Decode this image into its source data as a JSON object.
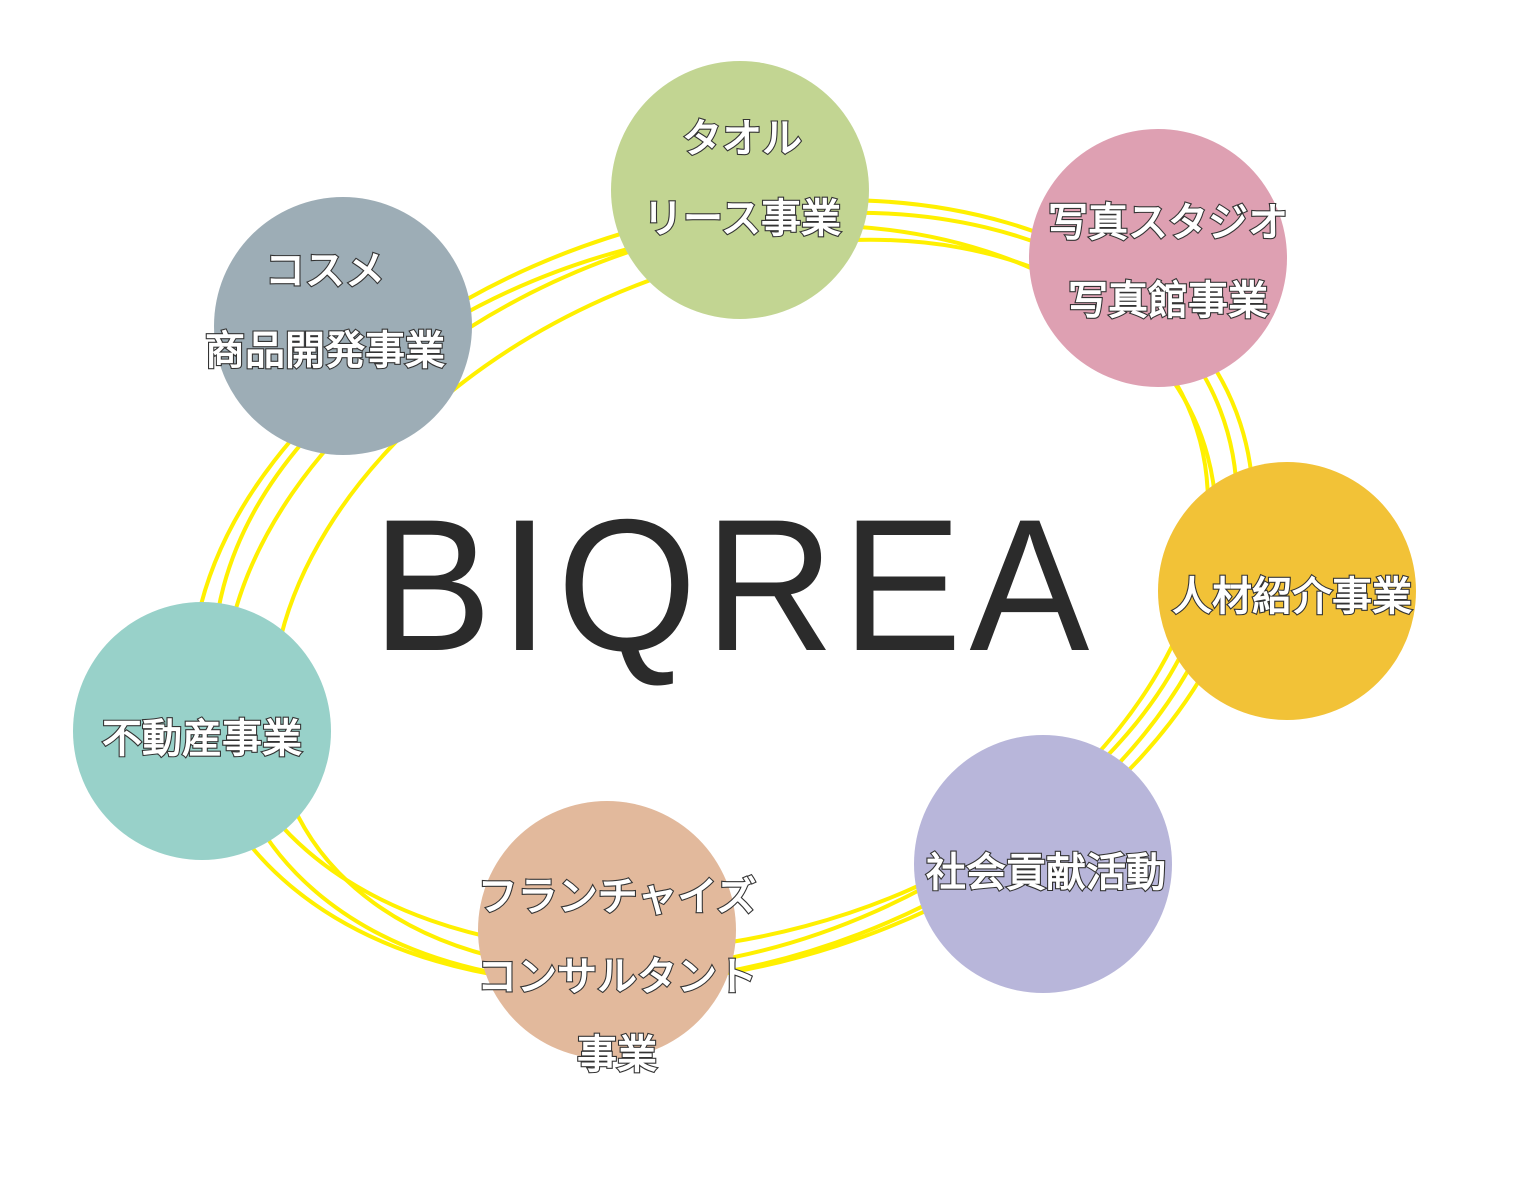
{
  "center_logo": "BIQREA",
  "ring_color": "#fff000",
  "businesses": [
    {
      "id": "towel",
      "lines": [
        "タオル",
        "リース事業"
      ],
      "color": "#c2d592"
    },
    {
      "id": "photo",
      "lines": [
        "写真スタジオ",
        "写真館事業"
      ],
      "color": "#dea0b2"
    },
    {
      "id": "staffing",
      "lines": [
        "人材紹介事業"
      ],
      "color": "#f2c237"
    },
    {
      "id": "social",
      "lines": [
        "社会貢献活動"
      ],
      "color": "#b8b6da"
    },
    {
      "id": "franchise",
      "lines": [
        "フランチャイズ",
        "コンサルタント",
        "事業"
      ],
      "color": "#e2b99c"
    },
    {
      "id": "realestate",
      "lines": [
        "不動産事業"
      ],
      "color": "#98d1c9"
    },
    {
      "id": "cosme",
      "lines": [
        "コスメ",
        "商品開発事業"
      ],
      "color": "#9dadb6"
    }
  ]
}
